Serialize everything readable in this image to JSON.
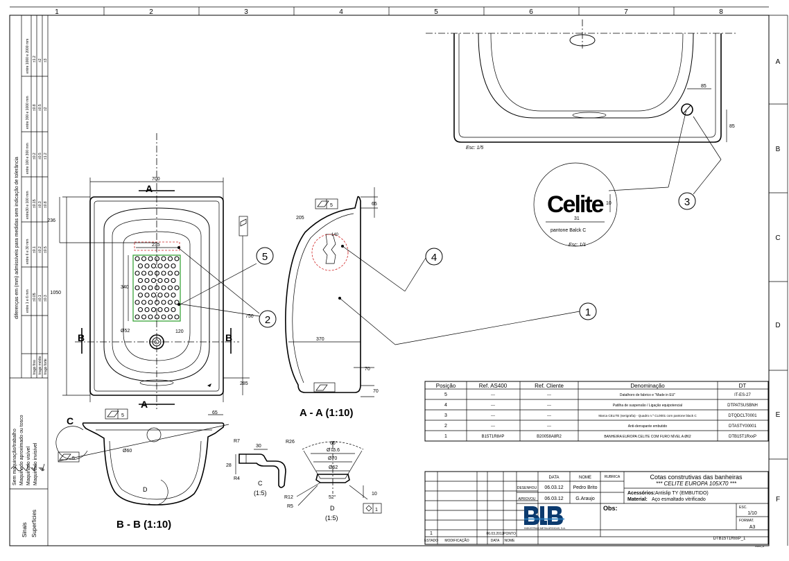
{
  "grid": {
    "columns": [
      "1",
      "2",
      "3",
      "4",
      "5",
      "6",
      "7",
      "8"
    ],
    "rows": [
      "A",
      "B",
      "C",
      "D",
      "E",
      "F"
    ]
  },
  "tolerance": {
    "vertical_title": "diferenças em (mm) admissíveis para medidas sem indicação de tolerância",
    "ranges": [
      "entre 1000 e 2000 mm",
      "entre 300 e 1000 mm",
      "entre 100 e 300 mm",
      "entre30 e 100 mm",
      "entre 6 e 30 mm",
      "entre 1 e 6 mm"
    ],
    "col_fino": [
      "±1.2",
      "±0.8",
      "±0.2",
      "±0.15",
      "±0.1",
      "±0.05"
    ],
    "col_medio": [
      "±2",
      "±0.5",
      "±0.5",
      "±0.3",
      "±0.2",
      "±0.1"
    ],
    "col_forte": [
      "±3",
      "±2",
      "±1.2",
      "±0.8",
      "±0.5",
      "±0.3"
    ],
    "row_labels": [
      "trago fino",
      "trago médio",
      "trago forte"
    ]
  },
  "finish": {
    "lines": [
      "Sem maquinação/trabalho",
      "Maquinado aproximado ou tosco",
      "Maquinado visível",
      "Maquinado invisível"
    ],
    "symbols_label": "Sinais",
    "surfaces_label": "Superfícies"
  },
  "views": {
    "section_a_left": "A",
    "section_a_bottom": "A",
    "section_b_left": "B",
    "section_b_right": "B",
    "aa_title": "A - A (1:10)",
    "bb_title": "B - B (1:10)",
    "detail_c_label": "C",
    "detail_c_title": "C",
    "detail_c_scale": "(1:5)",
    "detail_d_label": "D",
    "detail_d_title": "D",
    "detail_d_scale": "(1:5)",
    "top_scale": "Esc: 1/5",
    "logo_scale": "Esc: 1/1",
    "logo_text": "Celite",
    "logo_note": "pantone Balck C"
  },
  "dimensions": {
    "width_700": "700",
    "length_1050": "1050",
    "d236": "236",
    "d235": "235",
    "d340": "340",
    "d120": "120",
    "d750": "750",
    "d285": "285",
    "d52": "Ø52",
    "d205": "205",
    "d65": "65",
    "d140": "140",
    "d370": "370",
    "d70a": "70",
    "d70b": "70",
    "d65b": "65",
    "d60": "Ø60",
    "r7": "R7",
    "d30": "30",
    "r26": "R26",
    "d28": "28",
    "r4": "R4",
    "a66": "66°",
    "d756": "Ø75.6",
    "d70c": "Ø70",
    "d62": "Ø62",
    "r12": "R12",
    "r5": "R5",
    "a52": "52°",
    "d10": "10",
    "d85a": "85",
    "d85b": "85",
    "d31": "31",
    "d10b": "10",
    "flat_5a": "5",
    "flat_5b": "5",
    "flat_5c": "5",
    "flat_5d": "5",
    "perp_1": "1"
  },
  "balloons": [
    "1",
    "2",
    "3",
    "4",
    "5"
  ],
  "parts_table": {
    "headers": [
      "Posição",
      "Ref. AS400",
      "Ref. Cliente",
      "Denominação",
      "DT"
    ],
    "rows": [
      [
        "5",
        "---",
        "---",
        "Datalhoro de fabrico e \"Made in EU\"",
        "IT-ES-27"
      ],
      [
        "4",
        "---",
        "---",
        "Patilha de suspensão / Ligação equipotencial",
        "DTPATSUSBNH"
      ],
      [
        "3",
        "---",
        "---",
        "Marca CELITE (serigrafia) - Quadro n.º CL0001 com pantone black C",
        "DTQDCLT0001"
      ],
      [
        "2",
        "---",
        "---",
        "Anti-derrapante embutido",
        "DTASTY00001"
      ],
      [
        "1",
        "B15T1R8#P",
        "B20058A8R2",
        "BANHEIRA EUROPA CELITE COM FURO NÍVEL A Ø62",
        "DTB15T1RxxP"
      ]
    ]
  },
  "title_block": {
    "col_data": "DATA",
    "col_nome": "NOME",
    "col_rubrica": "RUBRICA",
    "desenhou_label": "DESENHOU",
    "desenhou_date": "06.03.12",
    "desenhou_name": "Pedro Brito",
    "aprovou_label": "APROVOU",
    "aprovou_date": "06.03.12",
    "aprovou_name": "G.Araujo",
    "title1": "Cotas construtivas das banheiras",
    "title2": "*** CELITE EUROPA 105X70 ***",
    "acc_label": "Acessórios:",
    "acc_value": "Antislip TY (EMBUTIDO)",
    "mat_label": "Material:",
    "mat_value": "Aço esmaltado vitrificado",
    "obs_label": "Obs:",
    "esc_label": "ESC.",
    "esc_value": "1/10",
    "format_label": "FORMAT.",
    "format_value": "A3",
    "rev_index": "1",
    "rev_date": "06.03.2012",
    "rev_note": "PONTO",
    "estado": "ESTADO",
    "modificacao": "MODIFICAÇÃO",
    "data_label": "DATA",
    "nome_label": "NOME",
    "company": "INDÚSTRIAS METALÚRGICAS, S.A.",
    "drawing_no": "DTB15T1RxxP_1",
    "small_ref": "GUIA_A"
  }
}
